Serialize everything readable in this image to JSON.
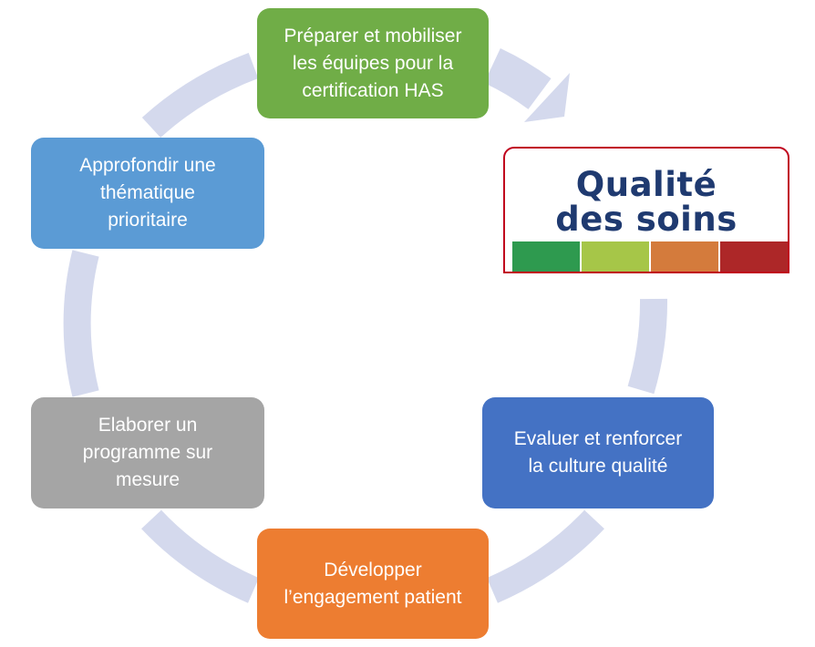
{
  "steps": [
    {
      "name": "step-prepare",
      "lines": [
        "Préparer et mobiliser",
        "les équipes pour la",
        "certification HAS"
      ]
    },
    {
      "name": "step-evaluate",
      "lines": [
        "Evaluer et renforcer",
        "la culture qualité"
      ]
    },
    {
      "name": "step-patient",
      "lines": [
        "Développer",
        "l’engagement patient"
      ]
    },
    {
      "name": "step-program",
      "lines": [
        "Elaborer un",
        "programme sur",
        "mesure"
      ]
    },
    {
      "name": "step-deepen",
      "lines": [
        "Approfondir une",
        "thématique",
        "prioritaire"
      ]
    }
  ],
  "logo": {
    "line1": "Qualité",
    "line2": "des soins",
    "bar_colors": [
      "#2e9a4f",
      "#a6c648",
      "#d47b3c",
      "#ad2728"
    ]
  },
  "colors": {
    "ring": "#d4d9ed",
    "prepare": "#70ad47",
    "evaluate": "#4472c4",
    "patient": "#ed7d31",
    "program": "#a5a5a5",
    "deepen": "#5b9bd5"
  }
}
